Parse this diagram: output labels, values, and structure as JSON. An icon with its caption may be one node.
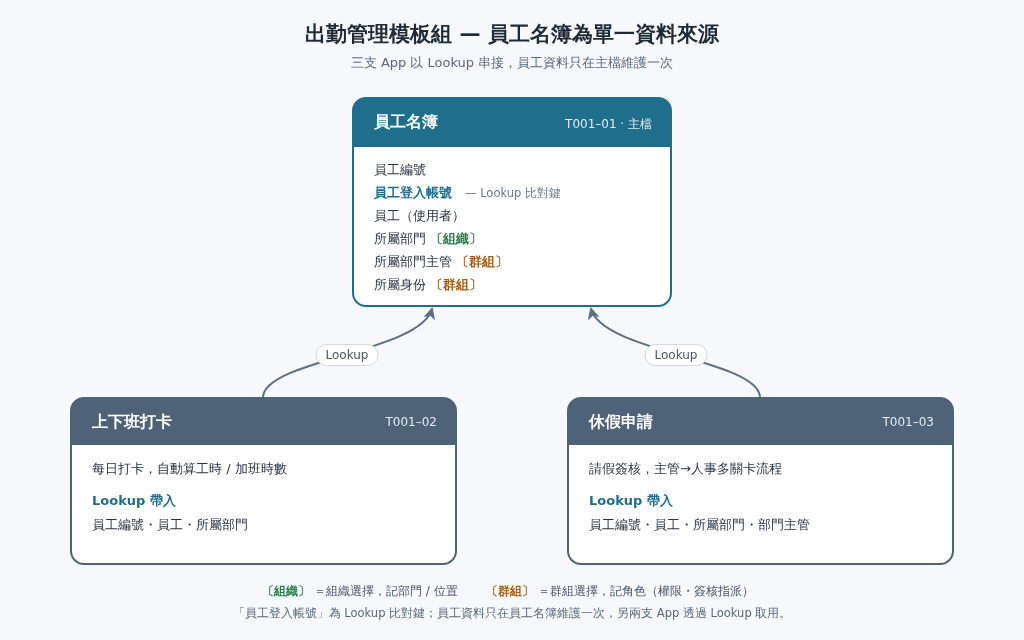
{
  "diagram": {
    "title": "出勤管理模板組 — 員工名簿為單一資料來源",
    "caption": "「員工登入帳號」為 Lookup 比對鍵；員工資料只在員工名簿維護一次，另兩支 App 透過 Lookup 取用。",
    "nodes": [
      {
        "text": [
          "員工名簿",
          "T001–01 · 主檔",
          "員工編號",
          "員工登入帳號",
          "— Lookup 比對鍵",
          "員工（使用者）",
          "所屬部門",
          "〔組織〕",
          "所屬部門主管",
          "〔群組〕",
          "所屬身份",
          "〔群組〕"
        ]
      },
      {
        "text": [
          "上下班打卡",
          "T001–02",
          "每日打卡，自動算工時 / 加班時數",
          "Lookup 帶入",
          "員工編號・員工・所屬部門"
        ]
      },
      {
        "text": [
          "休假申請",
          "T001–03",
          "請假簽核，主管→人事多關卡流程",
          "Lookup 帶入",
          "員工編號・員工・所屬部門・部門主管"
        ]
      }
    ],
    "edges": [
      {
        "from": 1,
        "to": 0,
        "arrow": "to",
        "label": "Lookup"
      },
      {
        "from": 2,
        "to": 0,
        "arrow": "to",
        "label": "Lookup"
      }
    ],
    "labels": [
      "三支 App 以 Lookup 串接，員工資料只在主檔維護一次",
      "〔組織〕",
      "＝組織選擇，記部門 / 位置",
      "〔群組〕",
      "＝群組選擇，記角色（權限・簽核指派）"
    ]
  }
}
